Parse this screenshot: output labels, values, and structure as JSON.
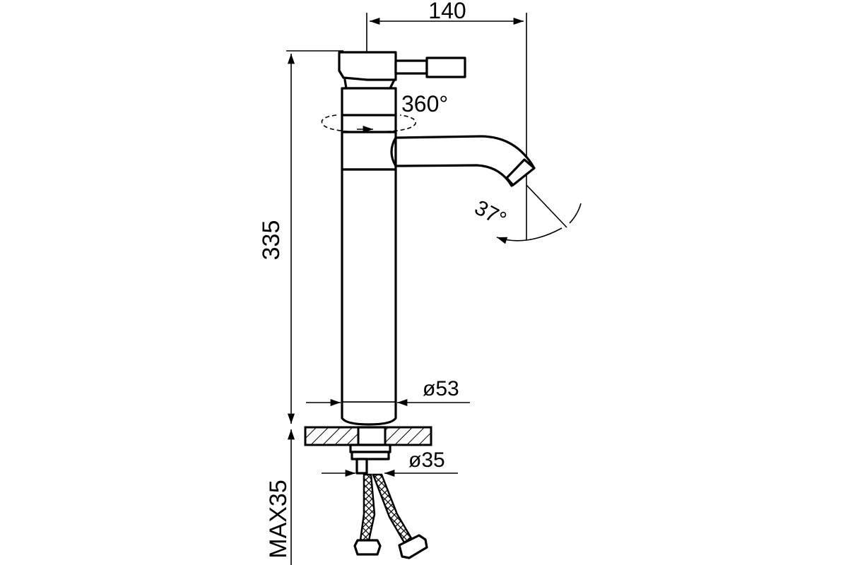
{
  "dimensions": {
    "spout_reach": "140",
    "total_height": "335",
    "rotation": "360°",
    "spout_angle": "37°",
    "body_diameter": "ø53",
    "shank_diameter": "ø35",
    "max_deck_thickness": "MAX35"
  }
}
